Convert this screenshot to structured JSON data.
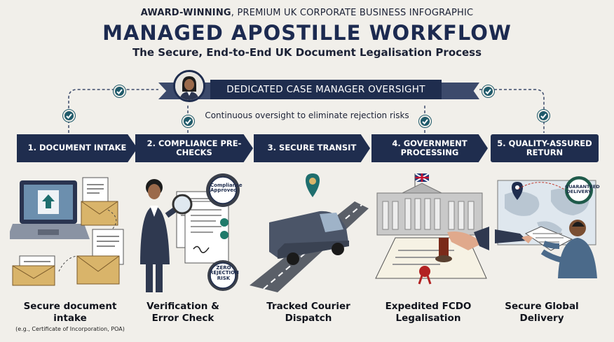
{
  "header": {
    "kicker_bold": "AWARD-WINNING",
    "kicker_rest": ", PREMIUM UK CORPORATE BUSINESS INFOGRAPHIC",
    "title": "MANAGED APOSTILLE WORKFLOW",
    "subtitle": "The Secure, End-to-End UK Document Legalisation Process"
  },
  "oversight": {
    "banner": "DEDICATED CASE MANAGER OVERSIGHT",
    "note": "Continuous oversight to eliminate rejection risks"
  },
  "steps": [
    {
      "label": "1. DOCUMENT INTAKE",
      "caption": "Secure document intake",
      "note": "(e.g., Certificate of Incorporation, POA)"
    },
    {
      "label": "2. COMPLIANCE PRE-CHECKS",
      "caption": "Verification & Error Check"
    },
    {
      "label": "3. SECURE TRANSIT",
      "caption": "Tracked Courier Dispatch"
    },
    {
      "label": "4. GOVERNMENT PROCESSING",
      "caption": "Expedited FCDO Legalisation"
    },
    {
      "label": "5. QUALITY-ASSURED RETURN",
      "caption": "Secure Global Delivery"
    }
  ],
  "stamps": {
    "compliance": "Compliance Approved",
    "zero_risk": "ZERO REJECTION RISK",
    "guaranteed": "GUARANTEED DELIVERY"
  },
  "colors": {
    "navy": "#1f2d4e",
    "teal_check": "#1f5a6a",
    "background": "#f1efea",
    "envelope": "#d9b46a"
  }
}
